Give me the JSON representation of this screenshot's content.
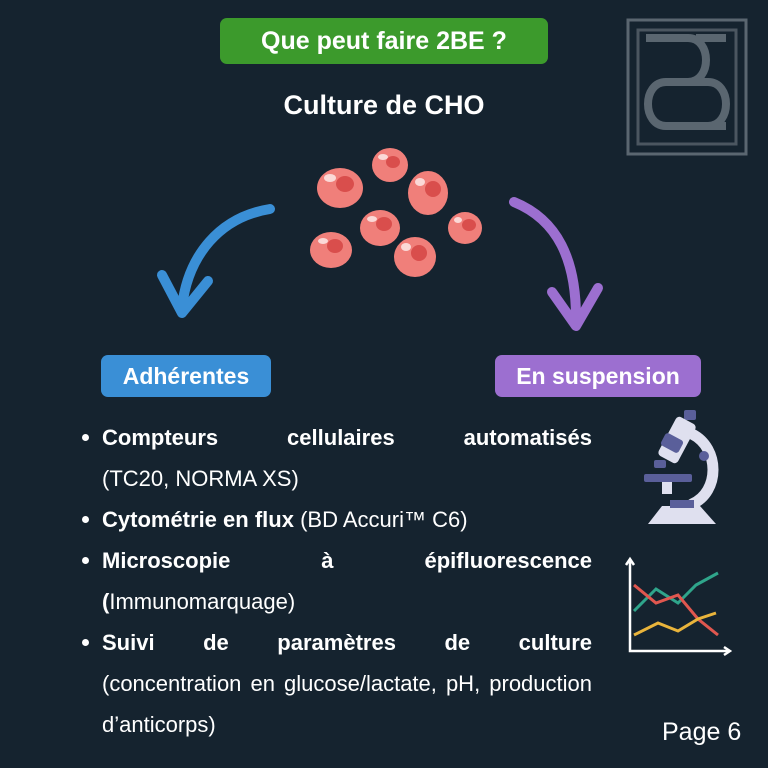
{
  "header": {
    "title": "Que peut faire 2BE ?",
    "subtitle": "Culture de CHO"
  },
  "categories": {
    "adherent": "Adhérentes",
    "suspension": "En suspension"
  },
  "bullets": [
    {
      "bold": "Compteurs cellulaires automatisés",
      "normal": "(TC20, NORMA XS)"
    },
    {
      "bold": "Cytométrie en flux",
      "normal": "(BD Accuri™ C6)"
    },
    {
      "bold": "Microscopie à épifluorescence",
      "bold2": "(",
      "normal": "Immunomarquage)"
    },
    {
      "bold": "Suivi de paramètres de culture",
      "normal": "(concentration en glucose/lactate, pH, production d’anticorps)"
    }
  ],
  "footer": {
    "page": "Page 6"
  },
  "colors": {
    "background": "#15232f",
    "title_green": "#3c9a2c",
    "adherent_blue": "#3a8fd6",
    "suspension_purple": "#9c6fd0",
    "cell_pink": "#f07f7a"
  },
  "icons": [
    "logo-icon",
    "cho-cells-icon",
    "arrow-left-icon",
    "arrow-right-icon",
    "microscope-icon",
    "line-chart-icon"
  ]
}
